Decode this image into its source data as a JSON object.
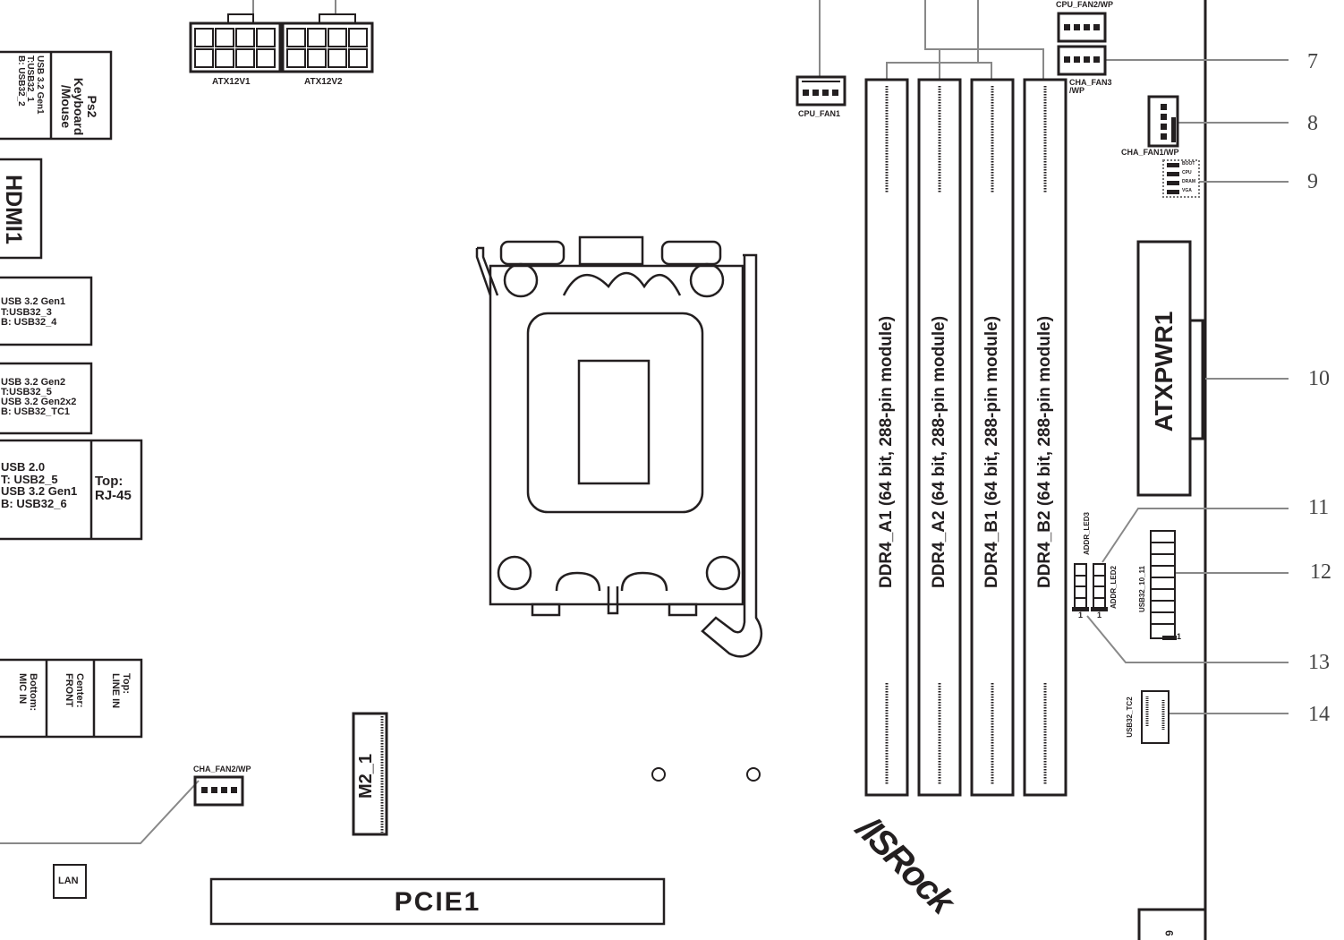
{
  "top": {
    "atx12v1": "ATX12V1",
    "atx12v2": "ATX12V2",
    "cpu_fan1": "CPU_FAN1",
    "cpu_fan2": "CPU_FAN2/WP",
    "cha_fan3": "CHA_FAN3\n/WP",
    "cha_fan1": "CHA_FAN1/WP"
  },
  "leds": [
    "BOOT",
    "CPU",
    "DRAM",
    "VGA"
  ],
  "dimms": [
    "DDR4_A1 (64 bit, 288-pin module)",
    "DDR4_A2 (64 bit, 288-pin module)",
    "DDR4_B1 (64 bit, 288-pin module)",
    "DDR4_B2 (64 bit, 288-pin module)"
  ],
  "atxpwr": "ATXPWR1",
  "headers": {
    "addr_led3": "ADDR_LED3",
    "addr_led2": "ADDR_LED2",
    "usb32_10_11": "USB32_10_11",
    "usb32_tc2": "USB32_TC2",
    "pin1": "1"
  },
  "callouts": [
    "7",
    "8",
    "9",
    "10",
    "11",
    "12",
    "13",
    "14"
  ],
  "bottom_right_label": "6",
  "rear": {
    "ps2": "Ps2\nKeyboard\n/Mouse",
    "usb_top": "USB 3.2 Gen1\nT:USB32_1\nB: USB32_2",
    "hdmi": "HDMI1",
    "usb_gen1": "USB 3.2 Gen1\nT:USB32_3\nB: USB32_4",
    "usb_gen2": "USB 3.2 Gen2\nT:USB32_5\nUSB 3.2 Gen2x2\nB: USB32_TC1",
    "usb20": "USB 2.0\nT: USB2_5\nUSB 3.2 Gen1\nB: USB32_6",
    "rj45": "Top:\nRJ-45",
    "audio": [
      "Bottom:\nMIC IN",
      "Center:\nFRONT",
      "Top:\nLINE IN"
    ]
  },
  "cha_fan2": "CHA_FAN2/WP",
  "m2": "M2_1",
  "lan": "LAN",
  "pcie": "PCIE1",
  "logo": "/ISRock"
}
